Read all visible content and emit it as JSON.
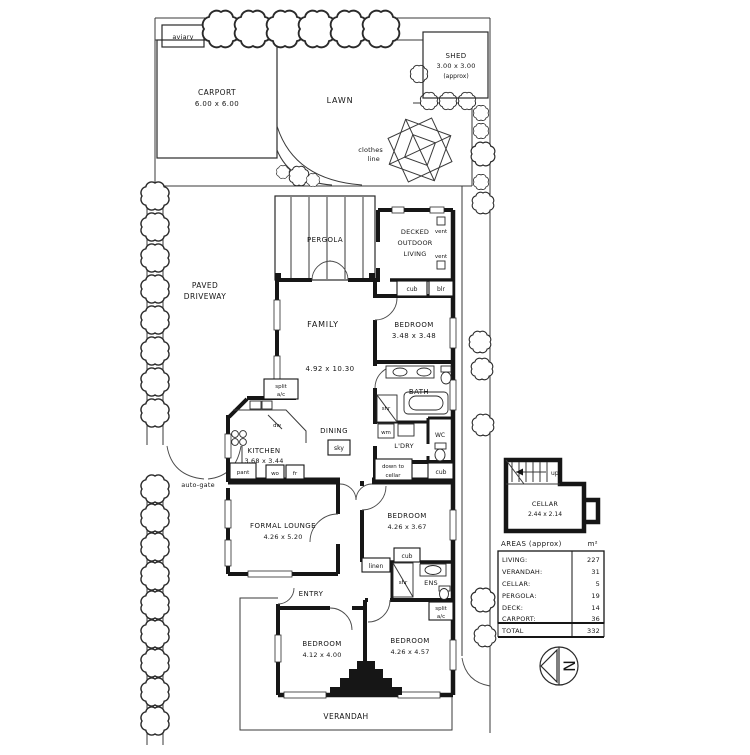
{
  "site": {
    "aviary": "aviary",
    "carport": {
      "name": "CARPORT",
      "dim": "6.00 x 6.00"
    },
    "lawn": "LAWN",
    "shed": {
      "name": "SHED",
      "dim": "3.00 x 3.00",
      "note": "(approx)"
    },
    "clothes_line": {
      "lines": [
        "clothes",
        "line"
      ]
    },
    "paved_driveway": {
      "lines": [
        "PAVED",
        "DRIVEWAY"
      ]
    },
    "auto_gate": "auto-gate"
  },
  "house": {
    "pergola": "PERGOLA",
    "decked": {
      "lines": [
        "DECKED",
        "OUTDOOR",
        "LIVING"
      ]
    },
    "vent": "vent",
    "cub": "cub",
    "blr": "blr",
    "family": {
      "name": "FAMILY",
      "dim": "4.92 x 10.30"
    },
    "bedroom1": {
      "name": "BEDROOM",
      "dim": "3.48 x 3.48"
    },
    "bath": "BATH",
    "shr": "shr",
    "wm": "wm",
    "split_ac": {
      "lines": [
        "split",
        "a/c"
      ]
    },
    "kitchen": {
      "name": "KITCHEN",
      "dim": "3.68 x 3.44"
    },
    "dw": "dw",
    "dining": "DINING",
    "sky": "sky",
    "ldry": "L'DRY",
    "wc": "WC",
    "down_to_cellar": {
      "lines": [
        "down to",
        "cellar"
      ]
    },
    "pant": "pant",
    "wo": "wo",
    "fr": "fr",
    "formal_lounge": {
      "name": "FORMAL LOUNGE",
      "dim": "4.26 x 5.20"
    },
    "bedroom2": {
      "name": "BEDROOM",
      "dim": "4.26 x 3.67"
    },
    "linen": "linen",
    "ens": "ENS",
    "entry": "ENTRY",
    "bedroom3": {
      "name": "BEDROOM",
      "dim": "4.12 x 4.00"
    },
    "bedroom4": {
      "name": "BEDROOM",
      "dim": "4.26 x 4.57"
    },
    "verandah": "VERANDAH"
  },
  "cellar": {
    "name": "CELLAR",
    "dim": "2.44 x 2.14",
    "up": "up"
  },
  "areas": {
    "title": "AREAS (approx)",
    "unit": "m²",
    "rows": [
      {
        "label": "LIVING:",
        "value": "227"
      },
      {
        "label": "VERANDAH:",
        "value": "31"
      },
      {
        "label": "CELLAR:",
        "value": "5"
      },
      {
        "label": "PERGOLA:",
        "value": "19"
      },
      {
        "label": "DECK:",
        "value": "14"
      },
      {
        "label": "CARPORT:",
        "value": "36"
      }
    ],
    "total": {
      "label": "TOTAL",
      "value": "332"
    }
  },
  "compass": {
    "north": "N"
  }
}
